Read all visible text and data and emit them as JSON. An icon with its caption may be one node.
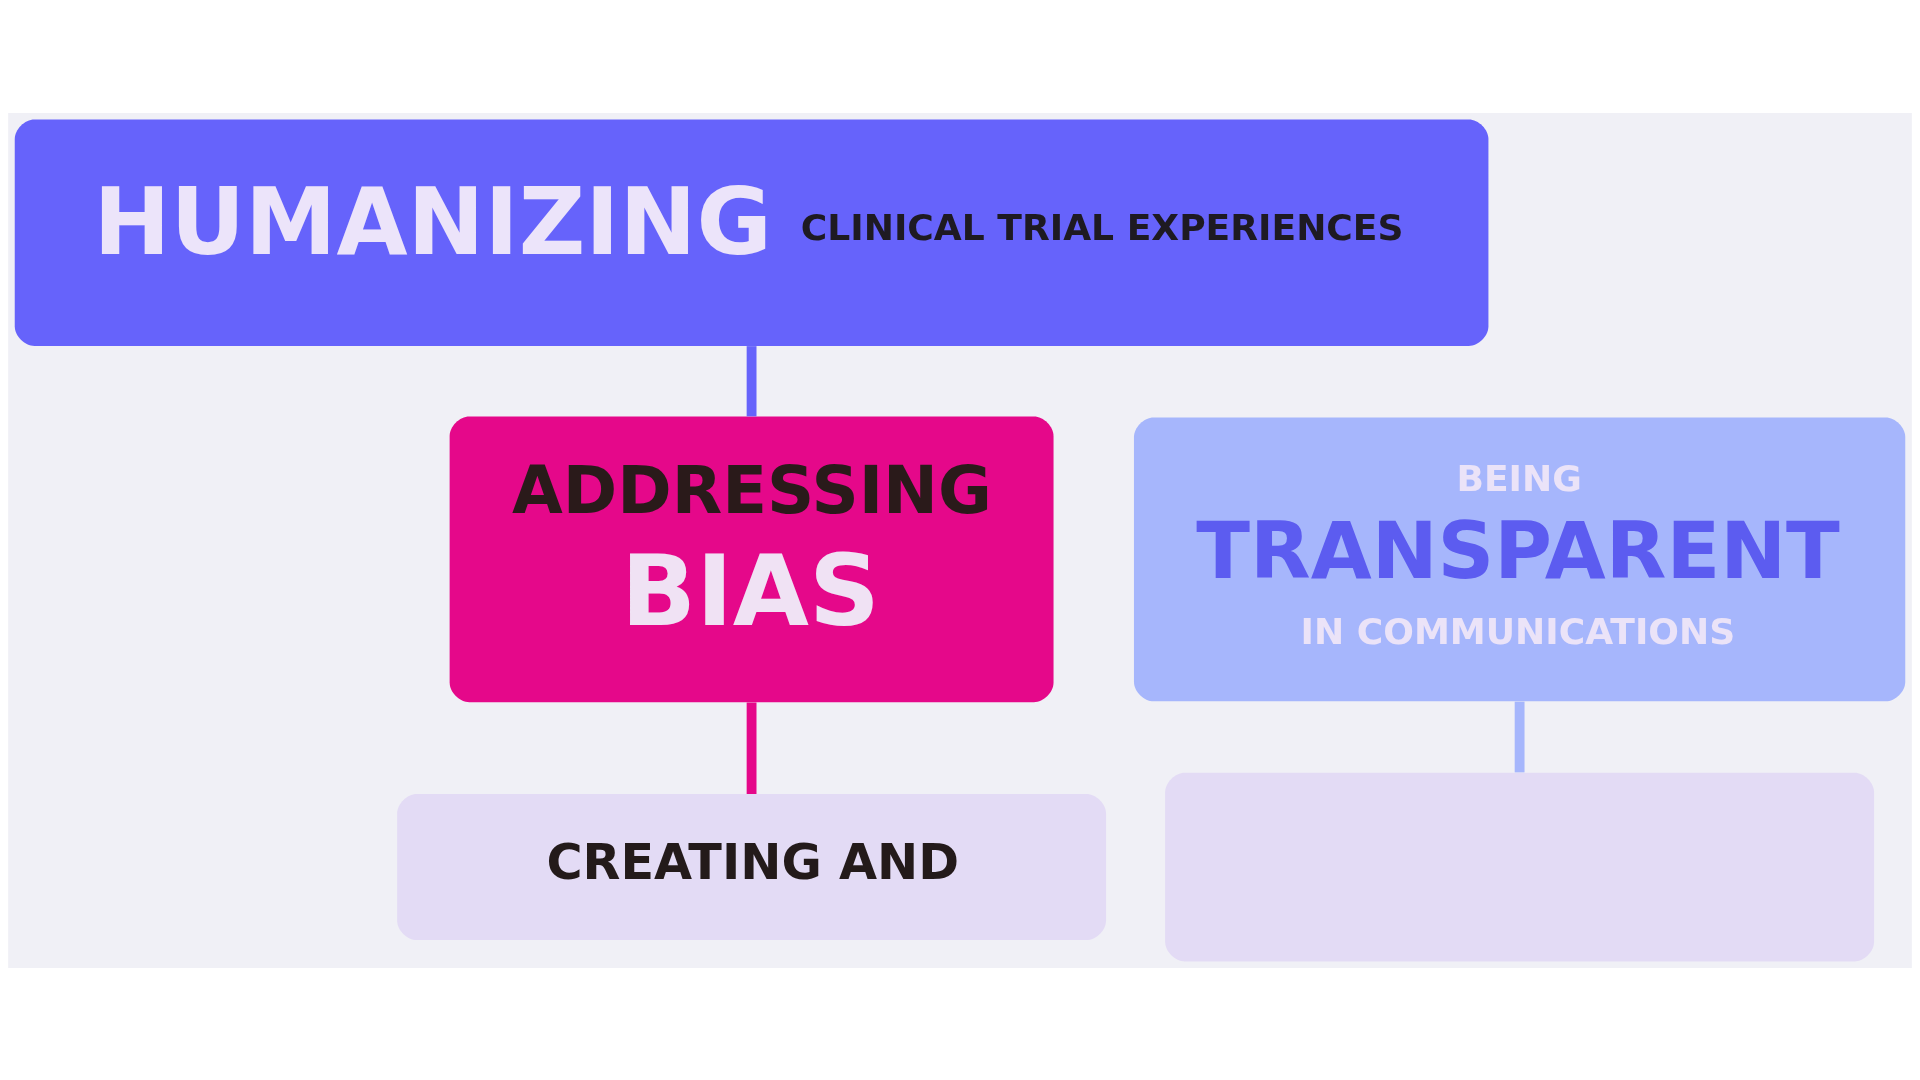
{
  "diagram": {
    "nodes": [
      {
        "text": [
          "HUMANIZING",
          "CLINICAL TRIAL EXPERIENCES"
        ]
      },
      {
        "text": [
          "ADDRESSING",
          "BIAS"
        ]
      },
      {
        "text": [
          "BEING",
          "TRANSPARENT",
          "IN COMMUNICATIONS"
        ]
      },
      {
        "text": [
          "CREATING AND"
        ]
      },
      {
        "text": [],
        "shape": "box"
      }
    ],
    "edges": [
      {
        "from": 0,
        "to": 1,
        "arrow": "none",
        "color": "#6663fb"
      },
      {
        "from": 1,
        "to": 3,
        "arrow": "none",
        "color": "#e5088a"
      },
      {
        "from": 2,
        "to": 4,
        "arrow": "none",
        "color": "#a6b6fc"
      }
    ]
  }
}
